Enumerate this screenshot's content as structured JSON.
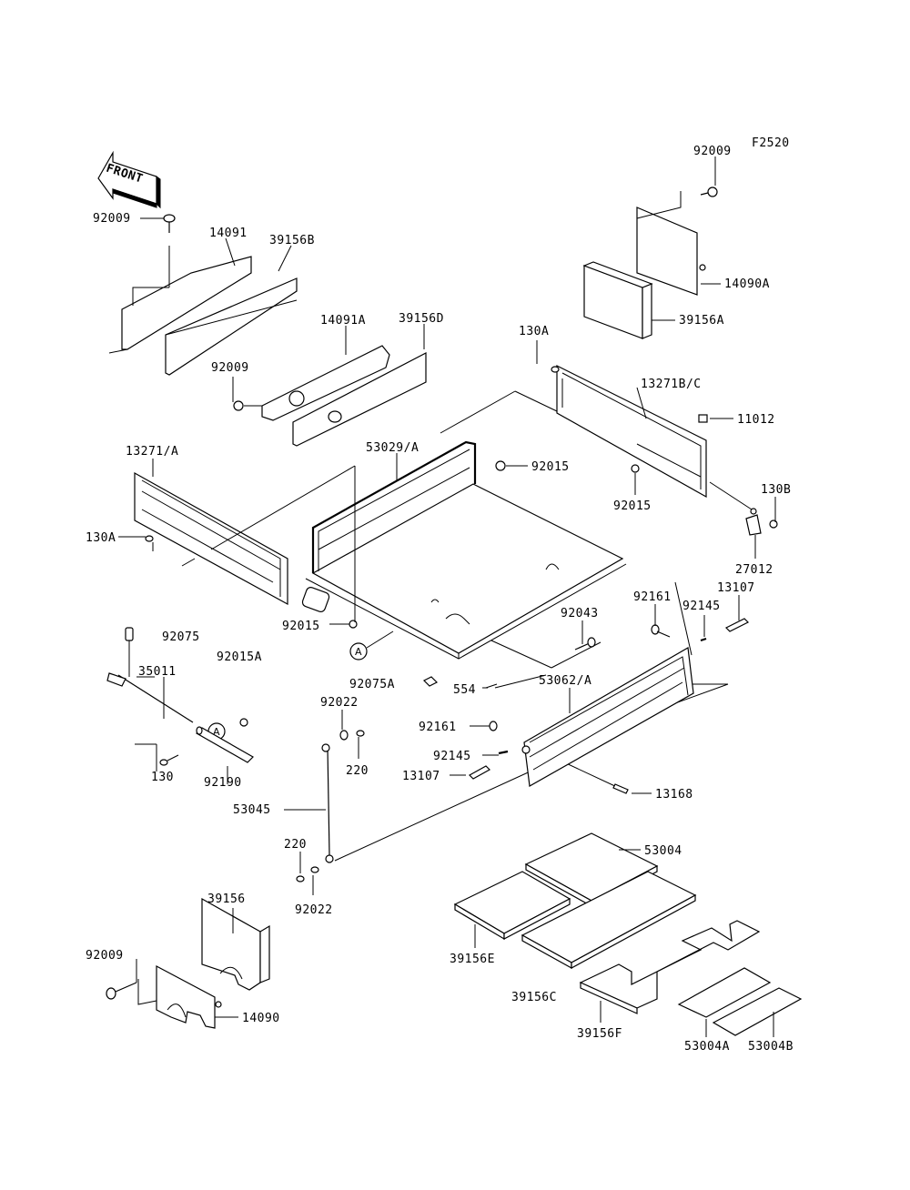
{
  "figure_code": "F2520",
  "front_arrow_text": "FRONT",
  "callout_letter": "A",
  "labels": [
    {
      "id": "l1",
      "text": "92009"
    },
    {
      "id": "l2",
      "text": "14090A"
    },
    {
      "id": "l3",
      "text": "39156A"
    },
    {
      "id": "l4",
      "text": "92009"
    },
    {
      "id": "l5",
      "text": "14091"
    },
    {
      "id": "l6",
      "text": "39156B"
    },
    {
      "id": "l7",
      "text": "14091A"
    },
    {
      "id": "l8",
      "text": "39156D"
    },
    {
      "id": "l9",
      "text": "92009"
    },
    {
      "id": "l10",
      "text": "130A"
    },
    {
      "id": "l11",
      "text": "13271B/C"
    },
    {
      "id": "l12",
      "text": "11012"
    },
    {
      "id": "l13",
      "text": "13271/A"
    },
    {
      "id": "l14",
      "text": "53029/A"
    },
    {
      "id": "l15",
      "text": "92015"
    },
    {
      "id": "l16",
      "text": "92015"
    },
    {
      "id": "l17",
      "text": "130B"
    },
    {
      "id": "l18",
      "text": "130A"
    },
    {
      "id": "l19",
      "text": "27012"
    },
    {
      "id": "l20",
      "text": "13107"
    },
    {
      "id": "l21",
      "text": "92161"
    },
    {
      "id": "l22",
      "text": "92145"
    },
    {
      "id": "l23",
      "text": "92043"
    },
    {
      "id": "l24",
      "text": "92015"
    },
    {
      "id": "l25",
      "text": "92075"
    },
    {
      "id": "l26",
      "text": "92015A"
    },
    {
      "id": "l27",
      "text": "35011"
    },
    {
      "id": "l28",
      "text": "92075A"
    },
    {
      "id": "l29",
      "text": "554"
    },
    {
      "id": "l30",
      "text": "53062/A"
    },
    {
      "id": "l31",
      "text": "92022"
    },
    {
      "id": "l32",
      "text": "92161"
    },
    {
      "id": "l33",
      "text": "220"
    },
    {
      "id": "l34",
      "text": "92145"
    },
    {
      "id": "l35",
      "text": "13107"
    },
    {
      "id": "l36",
      "text": "130"
    },
    {
      "id": "l37",
      "text": "92190"
    },
    {
      "id": "l38",
      "text": "13168"
    },
    {
      "id": "l39",
      "text": "53045"
    },
    {
      "id": "l40",
      "text": "53004"
    },
    {
      "id": "l41",
      "text": "220"
    },
    {
      "id": "l42",
      "text": "92022"
    },
    {
      "id": "l43",
      "text": "39156"
    },
    {
      "id": "l44",
      "text": "39156E"
    },
    {
      "id": "l45",
      "text": "92009"
    },
    {
      "id": "l46",
      "text": "14090"
    },
    {
      "id": "l47",
      "text": "39156C"
    },
    {
      "id": "l48",
      "text": "39156F"
    },
    {
      "id": "l49",
      "text": "53004A"
    },
    {
      "id": "l50",
      "text": "53004B"
    }
  ]
}
